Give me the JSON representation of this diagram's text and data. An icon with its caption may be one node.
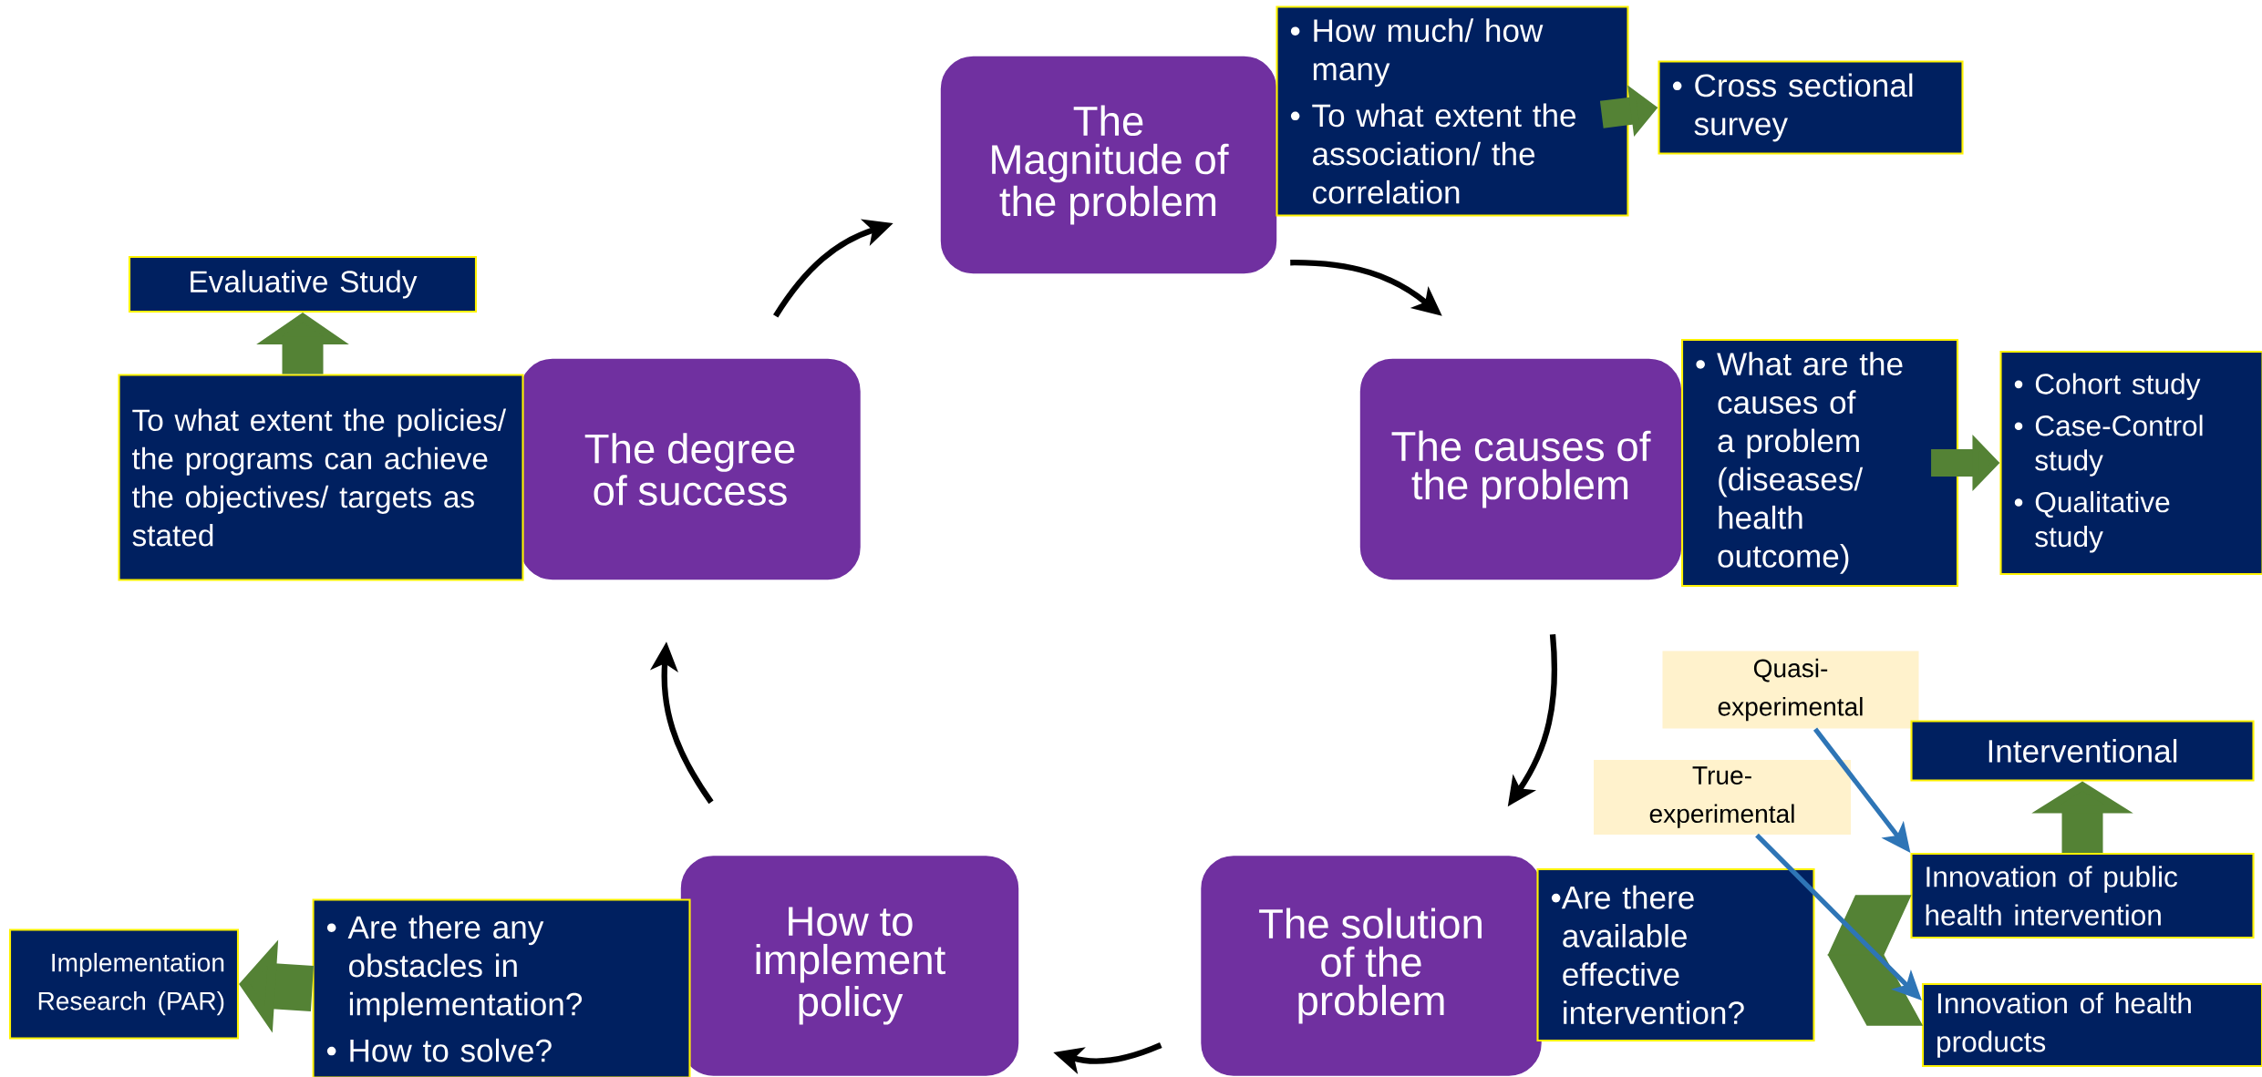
{
  "diagram": {
    "nodes": [
      {
        "text": [
          "The Magnitude of the problem"
        ]
      },
      {
        "text": [
          "• How much/ how many",
          "• To what extent the association/ the correlation"
        ]
      },
      {
        "text": [
          "• Cross sectional survey"
        ]
      },
      {
        "text": [
          "The causes of the problem"
        ]
      },
      {
        "text": [
          "• What are the causes of a problem (diseases/ health outcome)"
        ]
      },
      {
        "text": [
          "• Cohort study",
          "• Case-Control study",
          "• Qualitative study"
        ]
      },
      {
        "text": [
          "The solution of the problem"
        ]
      },
      {
        "text": [
          "•Are there available effective intervention?"
        ]
      },
      {
        "text": [
          "Quasi-experimental"
        ]
      },
      {
        "text": [
          "True-experimental"
        ]
      },
      {
        "text": [
          "Interventional"
        ]
      },
      {
        "text": [
          "Innovation of public health intervention"
        ]
      },
      {
        "text": [
          "Innovation of health products"
        ]
      },
      {
        "text": [
          "How to implement policy"
        ]
      },
      {
        "text": [
          "• Are there any obstacles in implementation?",
          "• How to solve?"
        ]
      },
      {
        "text": [
          "Implementation Research (PAR)"
        ]
      },
      {
        "text": [
          "The degree of success"
        ]
      },
      {
        "text": [
          "To what extent the policies/ the programs can achieve the objectives/ targets as stated"
        ]
      },
      {
        "text": [
          "Evaluative Study"
        ]
      }
    ],
    "edges": [
      {
        "from": 16,
        "to": 0,
        "arrow": "to",
        "color": "#000000"
      },
      {
        "from": 0,
        "to": 3,
        "arrow": "to",
        "color": "#000000"
      },
      {
        "from": 3,
        "to": 6,
        "arrow": "to",
        "color": "#000000"
      },
      {
        "from": 6,
        "to": 13,
        "arrow": "to",
        "color": "#000000"
      },
      {
        "from": 13,
        "to": 16,
        "arrow": "to",
        "color": "#000000"
      },
      {
        "from": 1,
        "to": 2,
        "arrow": "to",
        "style": "thick",
        "color": "#548235"
      },
      {
        "from": 4,
        "to": 5,
        "arrow": "to",
        "style": "thick",
        "color": "#548235"
      },
      {
        "from": 17,
        "to": 18,
        "arrow": "to",
        "style": "thick",
        "color": "#548235"
      },
      {
        "from": 14,
        "to": 15,
        "arrow": "to",
        "style": "thick",
        "color": "#548235"
      },
      {
        "from": 11,
        "to": 10,
        "arrow": "to",
        "style": "thick",
        "color": "#548235"
      },
      {
        "from": 8,
        "to": 11,
        "arrow": "to",
        "color": "#2e75b6"
      },
      {
        "from": 9,
        "to": 12,
        "arrow": "to",
        "color": "#2e75b6"
      },
      {
        "from": 11,
        "to": 7,
        "arrow": "none",
        "style": "thick",
        "color": "#548235"
      },
      {
        "from": 12,
        "to": 7,
        "arrow": "none",
        "style": "thick",
        "color": "#548235"
      }
    ]
  }
}
